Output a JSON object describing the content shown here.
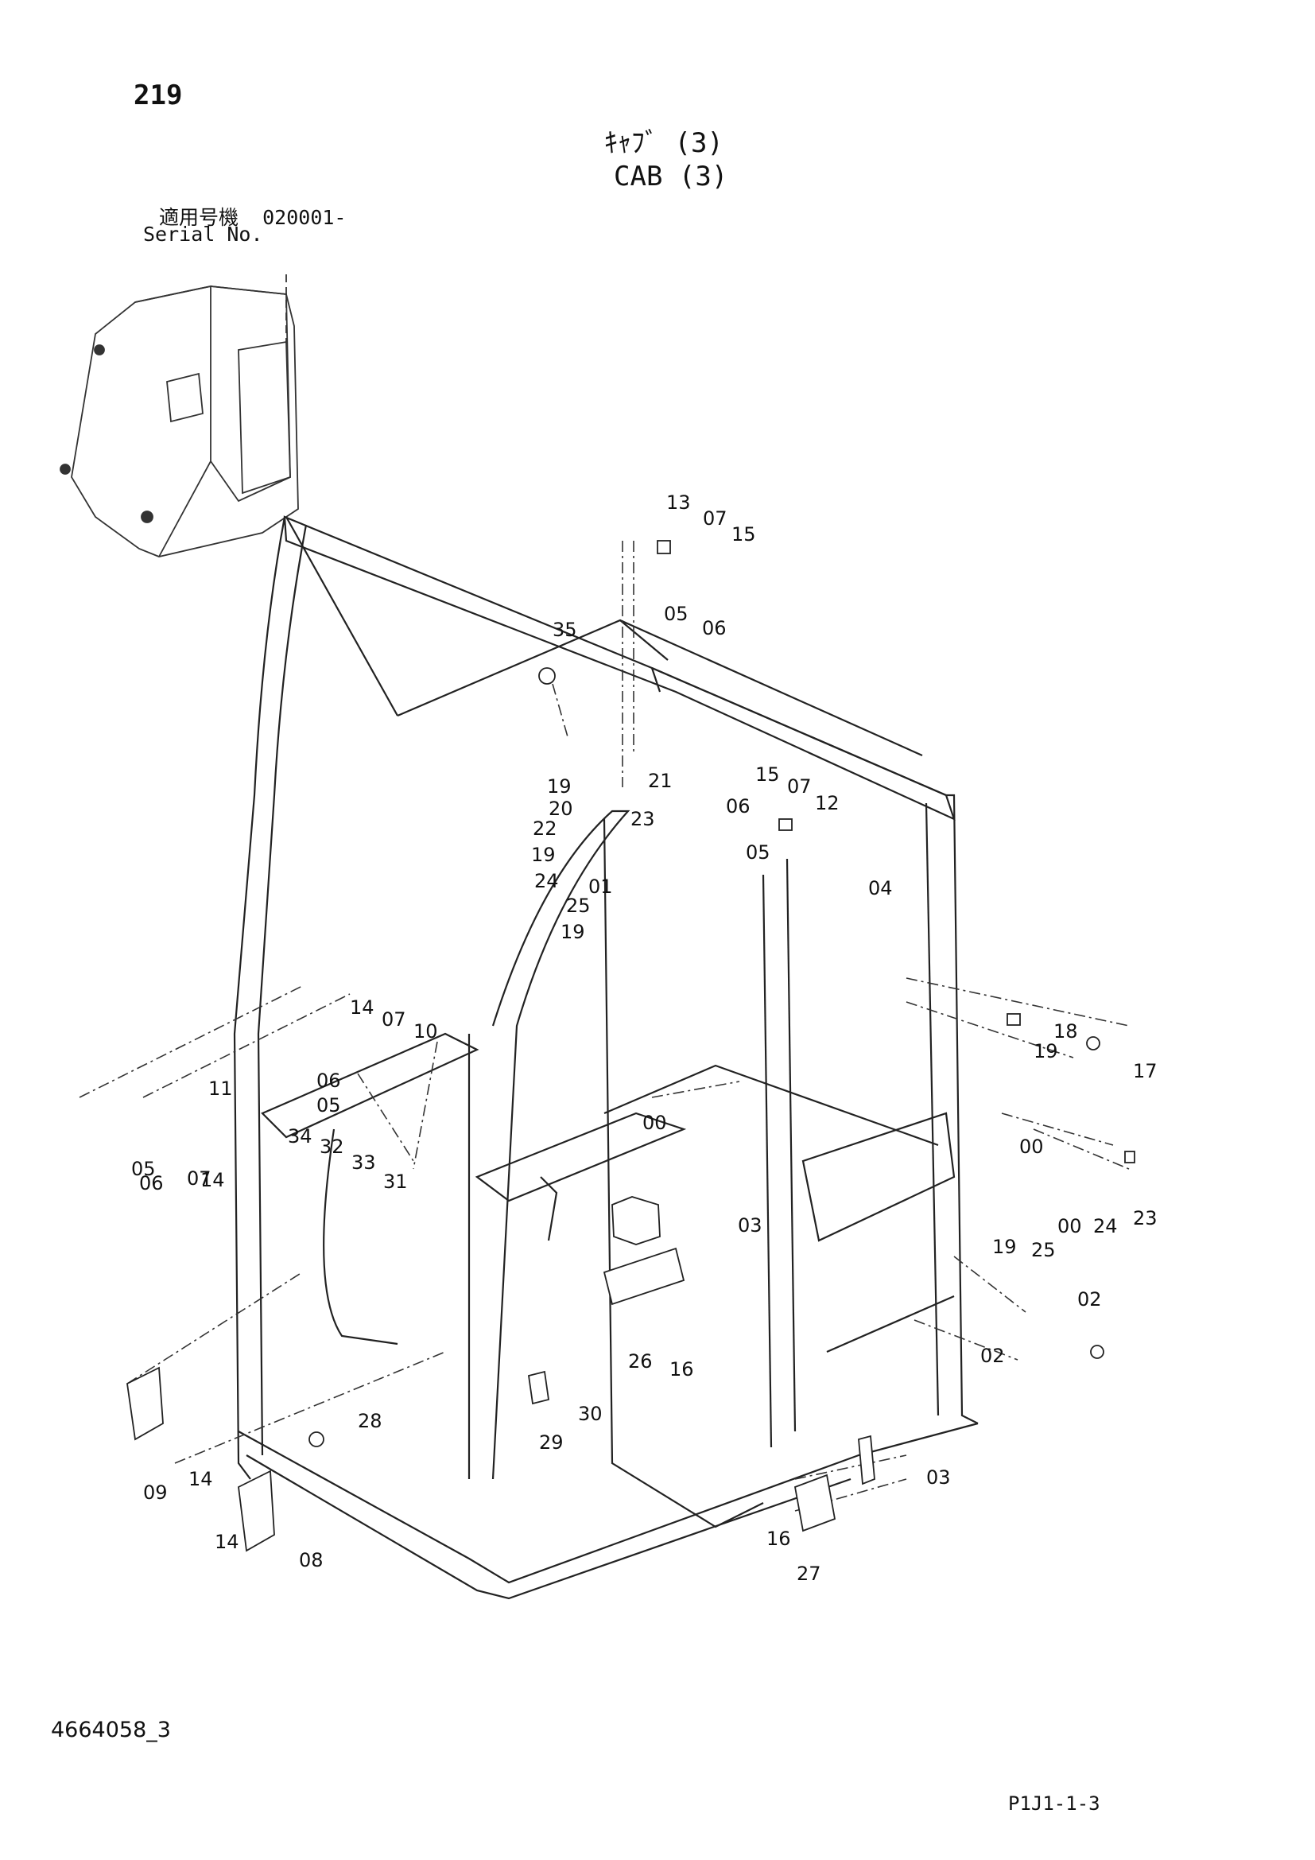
{
  "header": {
    "page_number": "219",
    "title_jp": "ｷｬﾌﾞ (3)",
    "title_en": "CAB (3)",
    "serial_label_jp": "適用号機",
    "serial_label_en": "Serial No.",
    "serial_range": "020001-"
  },
  "footer": {
    "drawing_number": "4664058_3",
    "sheet_id": "P1J1-1-3"
  },
  "callouts": [
    "13",
    "07",
    "15",
    "05",
    "06",
    "35",
    "19",
    "21",
    "20",
    "22",
    "23",
    "19",
    "24",
    "01",
    "25",
    "19",
    "15",
    "07",
    "12",
    "06",
    "05",
    "04",
    "18",
    "19",
    "17",
    "14",
    "07",
    "10",
    "06",
    "05",
    "11",
    "05",
    "06",
    "07",
    "14",
    "34",
    "32",
    "33",
    "31",
    "00",
    "03",
    "00",
    "00",
    "24",
    "23",
    "19",
    "25",
    "26",
    "16",
    "02",
    "02",
    "03",
    "09",
    "14",
    "28",
    "29",
    "30",
    "14",
    "08",
    "16",
    "27"
  ]
}
